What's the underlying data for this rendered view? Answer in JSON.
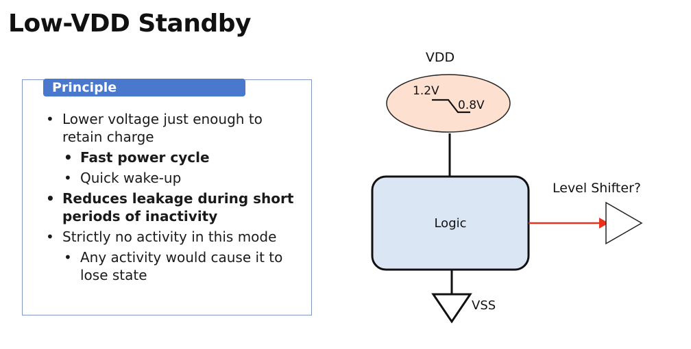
{
  "title": "Low-VDD Standby",
  "principle": {
    "header": "Principle",
    "bullets": [
      {
        "text": "Lower voltage just enough to retain charge",
        "level": 1,
        "bold": false
      },
      {
        "text": "Fast power cycle",
        "level": 2,
        "bold": true
      },
      {
        "text": "Quick wake-up",
        "level": 2,
        "bold": false
      },
      {
        "text": "Reduces leakage during short periods of inactivity",
        "level": 1,
        "bold": true
      },
      {
        "text": "Strictly no activity in this mode",
        "level": 1,
        "bold": false
      },
      {
        "text": "Any activity would cause it to lose state",
        "level": 2,
        "bold": false
      }
    ]
  },
  "diagram": {
    "vdd_label": "VDD",
    "voltage_high": "1.2V",
    "voltage_low": "0.8V",
    "logic_label": "Logic",
    "level_shifter_label": "Level Shifter?",
    "vss_label": "VSS",
    "colors": {
      "vdd_fill": "#fde0cf",
      "logic_fill": "#dbe6f4",
      "arrow": "#e8321e",
      "header": "#4a78cd"
    }
  }
}
